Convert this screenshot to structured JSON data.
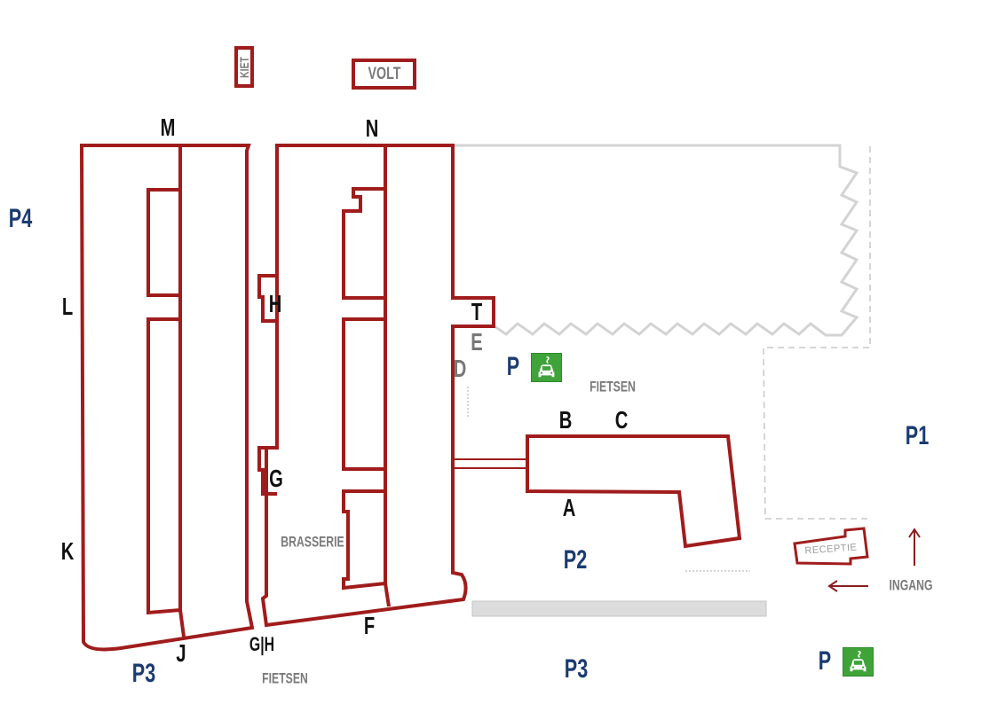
{
  "map": {
    "colors": {
      "building_outline": "#a01c1c",
      "zone_letter": "#111111",
      "zone_letter_muted": "#777777",
      "parking_label": "#1b3b70",
      "gray_label": "#7a7a7a",
      "neighbor_outline": "#d0d0d0",
      "ev_green": "#3fa33a"
    },
    "buildings": {
      "kiet": "KIET",
      "volt": "VOLT",
      "receptie": "RECEPTIE"
    },
    "zones": {
      "M": "M",
      "N": "N",
      "L": "L",
      "K": "K",
      "J": "J",
      "H": "H",
      "G": "G",
      "GH": "G|H",
      "F": "F",
      "T": "T",
      "E": "E",
      "D": "D",
      "A": "A",
      "B": "B",
      "C": "C"
    },
    "parking": {
      "P1": "P1",
      "P2": "P2",
      "P3_left": "P3",
      "P3_bottom": "P3",
      "P4": "P4",
      "P_ev_top": "P",
      "P_ev_bottom": "P"
    },
    "areas": {
      "fietsen_top": "FIETSEN",
      "fietsen_bottom": "FIETSEN",
      "brasserie": "BRASSERIE",
      "ingang": "INGANG"
    },
    "icons": {
      "ev_charging": "ev-charging-car-icon",
      "arrow_up": "arrow-up-icon",
      "arrow_left": "arrow-left-icon"
    }
  }
}
